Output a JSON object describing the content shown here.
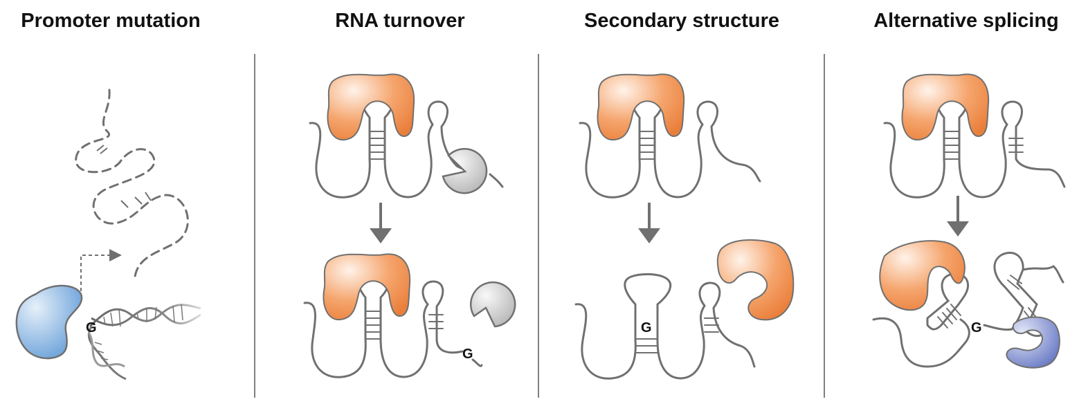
{
  "panels": [
    {
      "title": "Promoter mutation",
      "mutation_label": "G"
    },
    {
      "title": "RNA turnover",
      "mutation_label": "G"
    },
    {
      "title": "Secondary structure",
      "mutation_label": "G"
    },
    {
      "title": "Alternative splicing",
      "mutation_label": "G"
    }
  ],
  "colors": {
    "line": "#707070",
    "rbp_orange": "#ef8f4d",
    "exonuclease_gray": "#bdbdbd",
    "polymerase_blue": "#6fa4d8",
    "splice_blue": "#6678c4",
    "divider": "#555555"
  }
}
